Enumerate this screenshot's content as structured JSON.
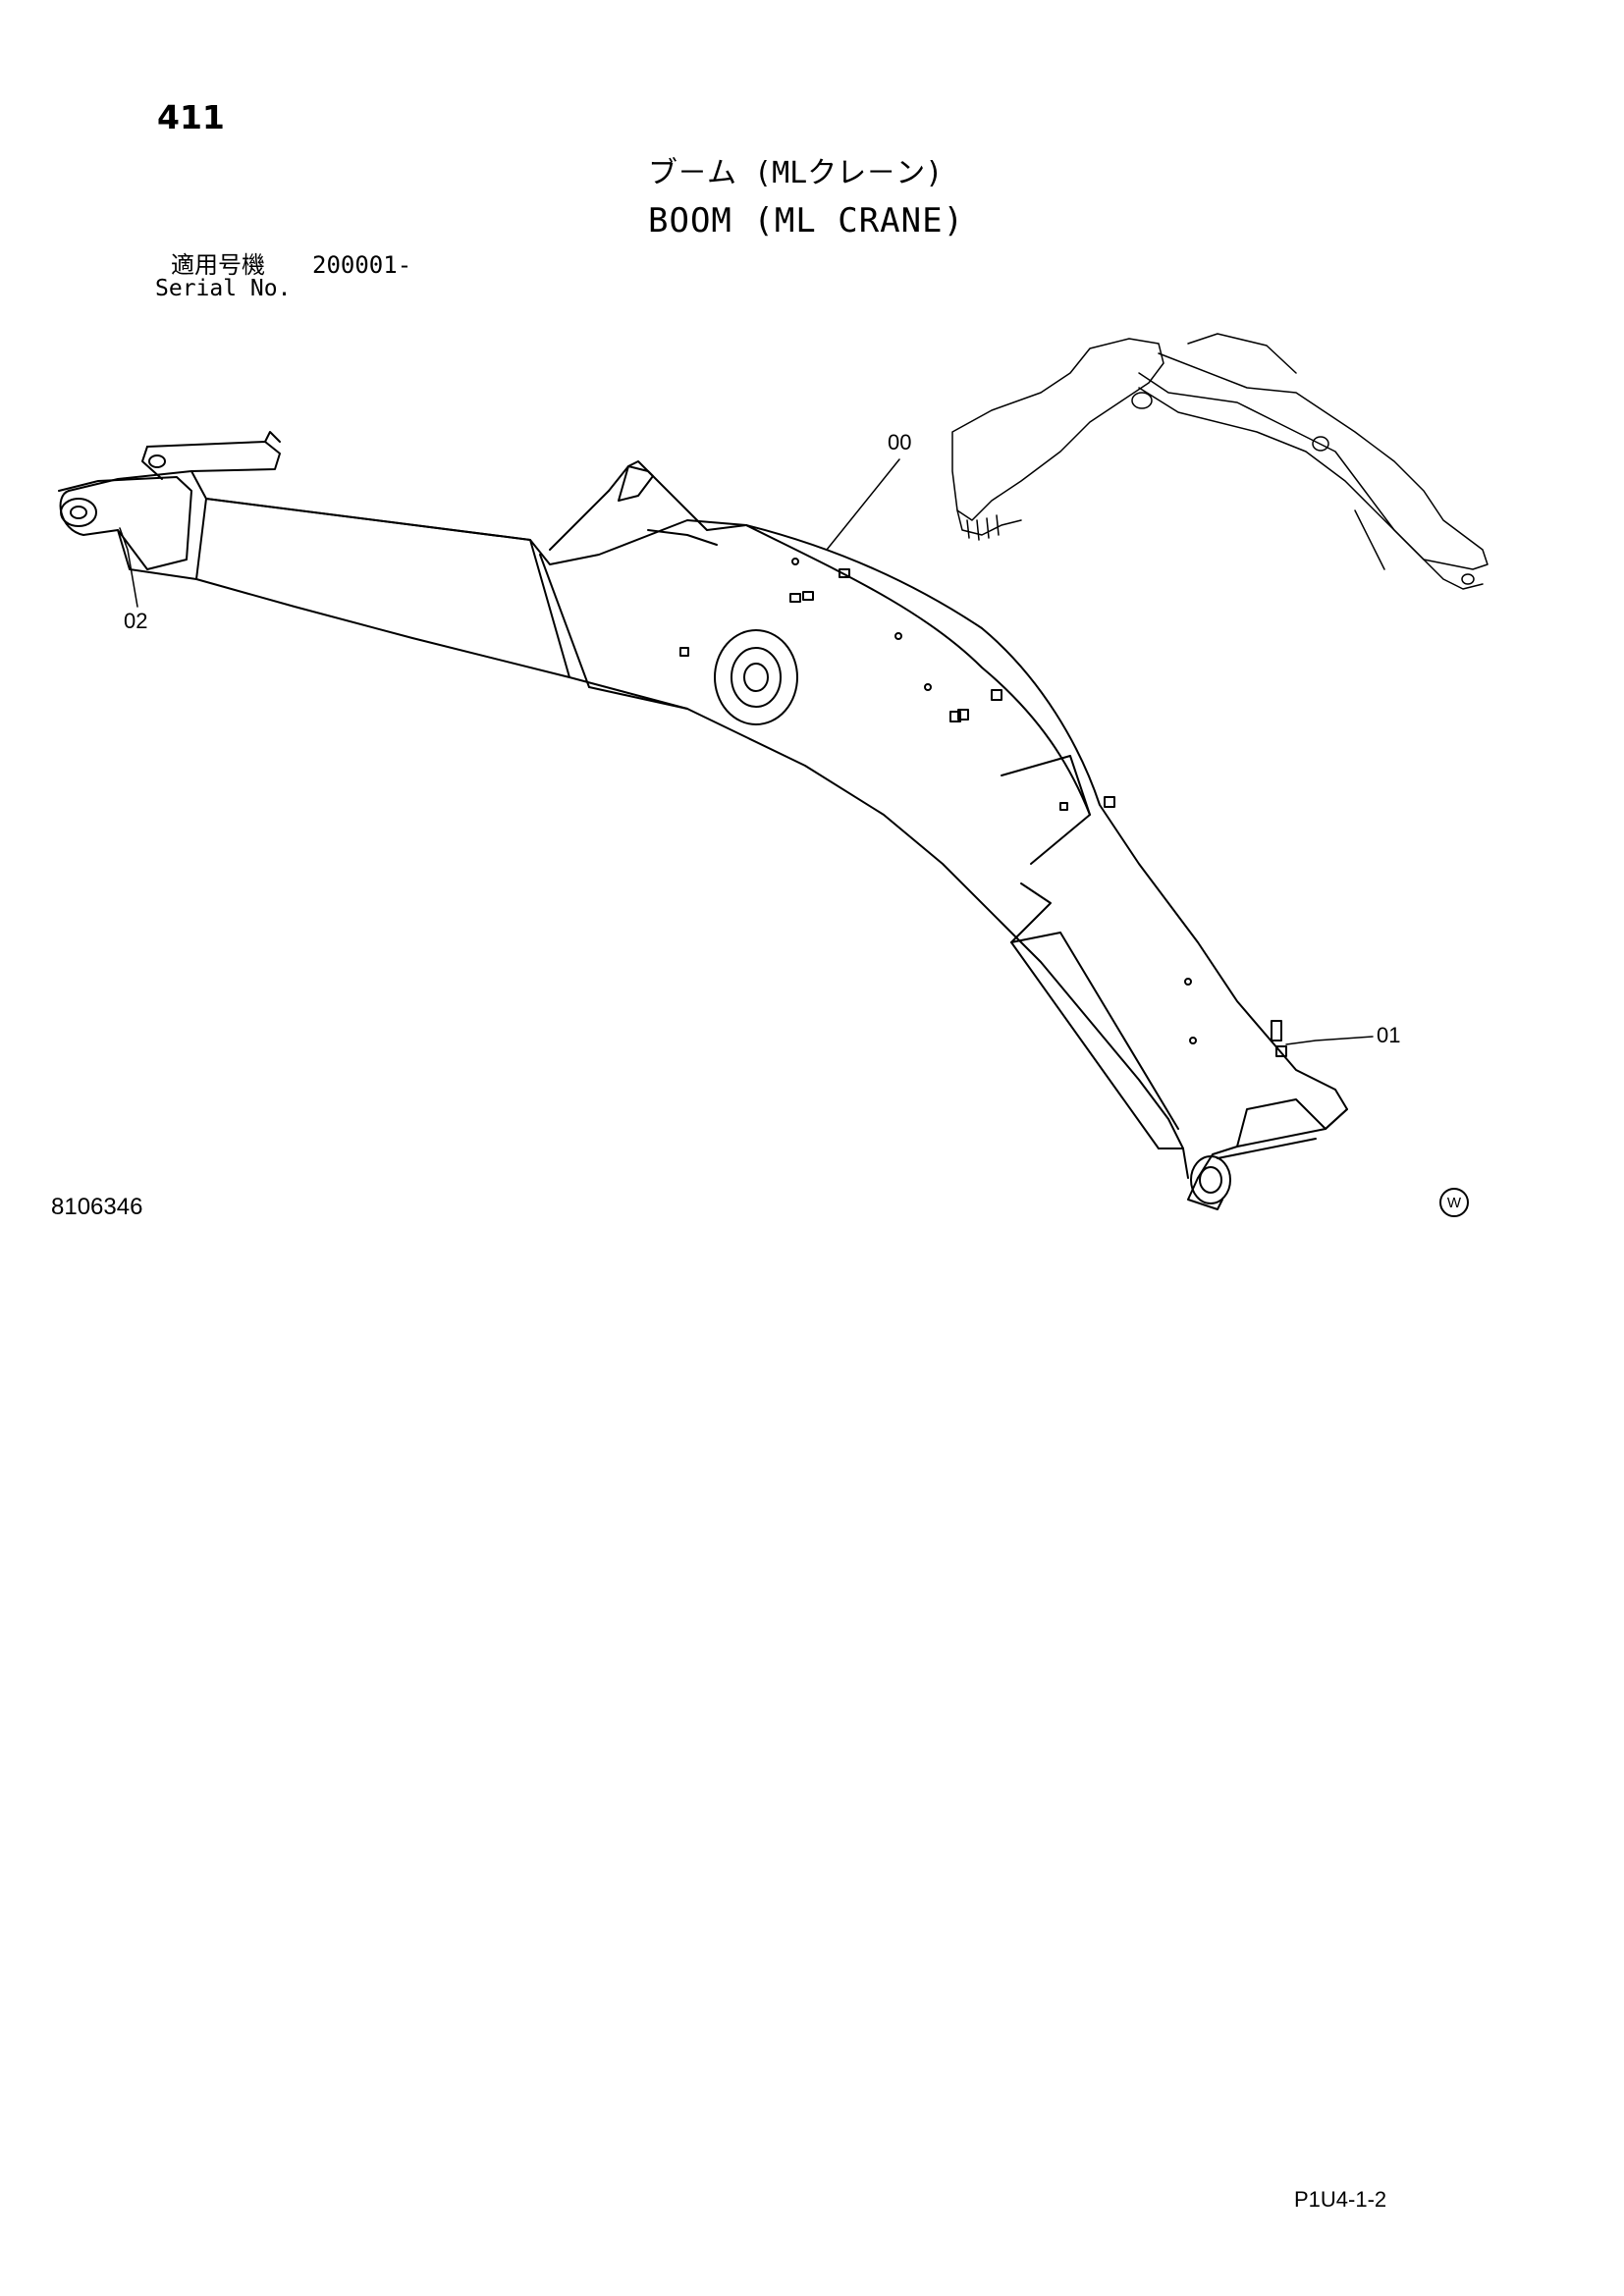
{
  "header": {
    "page_number": "411",
    "title_jp": "ブ－ム (MLクレ－ン)",
    "title_en": "BOOM (ML CRANE)",
    "serial_label_jp": "適用号機",
    "serial_value": "200001-",
    "serial_label_en": "Serial No."
  },
  "callouts": [
    "00",
    "01",
    "02"
  ],
  "footer": {
    "figure_number": "8106346",
    "mark": "W",
    "page_code": "P1U4-1-2"
  }
}
